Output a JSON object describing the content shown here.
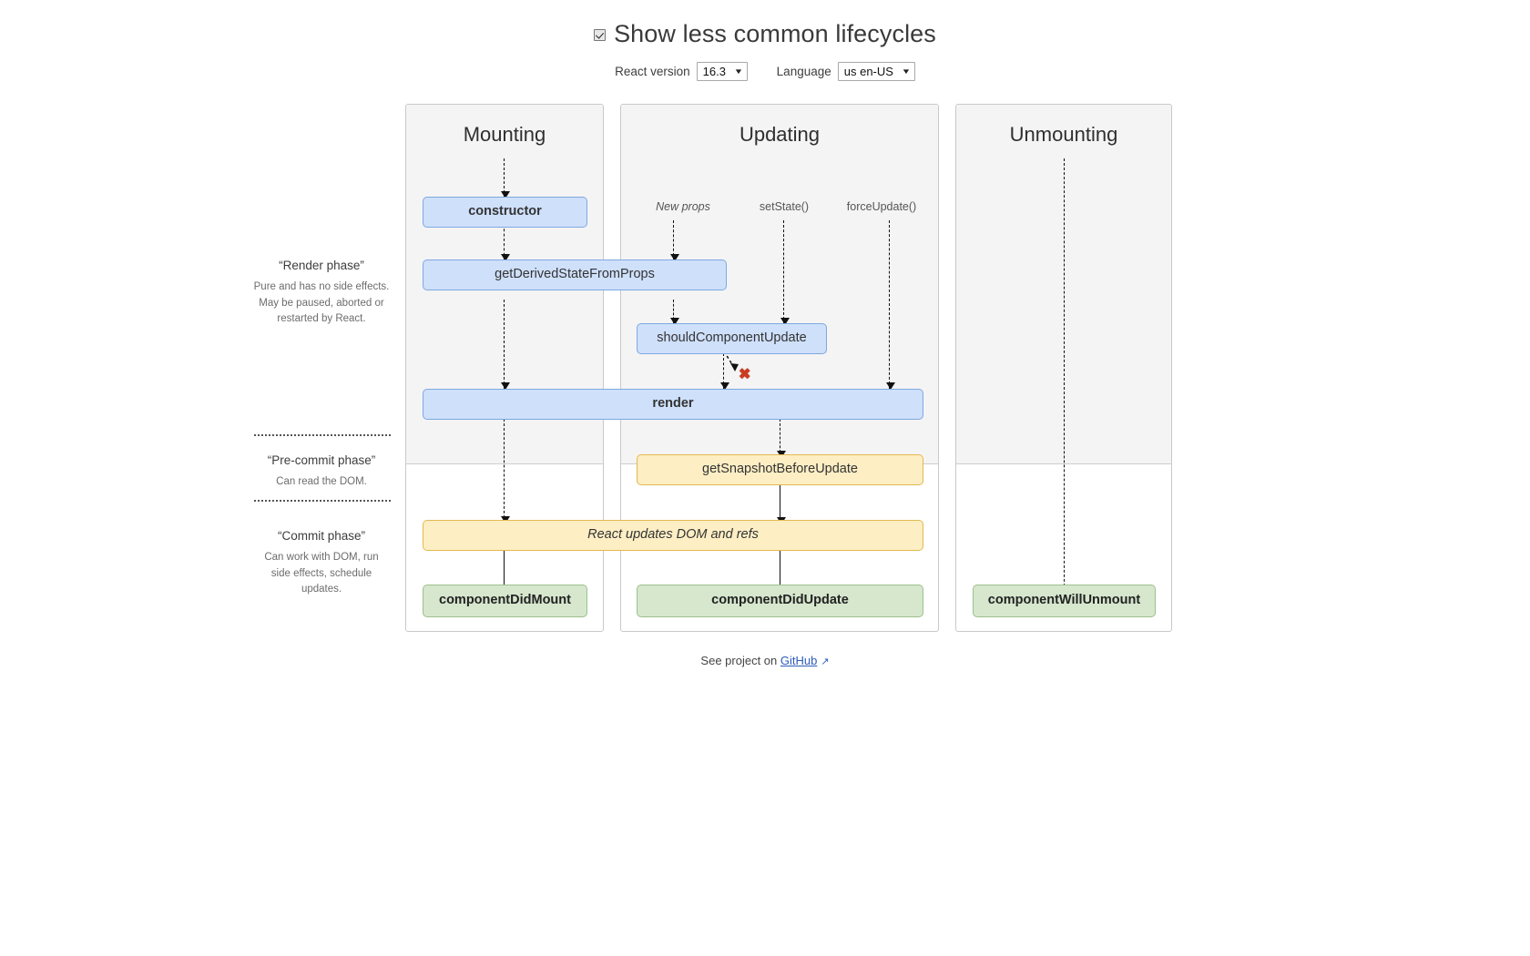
{
  "header": {
    "title": "Show less common lifecycles",
    "checkbox_checked": true,
    "checkbox_name": "show-less-common-lifecycles"
  },
  "controls": {
    "react_version_label": "React version",
    "react_version_value": "16.3",
    "language_label": "Language",
    "language_value": "us en-US",
    "caret": "▼"
  },
  "phases": [
    {
      "title": "“Render phase”",
      "desc": "Pure and has no side effects. May be paused, aborted or restarted by React."
    },
    {
      "title": "“Pre-commit phase”",
      "desc": "Can read the DOM."
    },
    {
      "title": "“Commit phase”",
      "desc": "Can work with DOM, run side effects, schedule updates."
    }
  ],
  "columns": [
    {
      "title": "Mounting"
    },
    {
      "title": "Updating"
    },
    {
      "title": "Unmounting"
    }
  ],
  "triggers": [
    {
      "label": "New props",
      "italic": true
    },
    {
      "label": "setState()",
      "italic": false
    },
    {
      "label": "forceUpdate()",
      "italic": false
    }
  ],
  "boxes": {
    "constructor": "constructor",
    "get_derived_state_from_props": "getDerivedStateFromProps",
    "should_component_update": "shouldComponentUpdate",
    "render": "render",
    "get_snapshot_before_update": "getSnapshotBeforeUpdate",
    "react_updates": "React updates DOM and refs",
    "component_did_mount": "componentDidMount",
    "component_did_update": "componentDidUpdate",
    "component_will_unmount": "componentWillUnmount"
  },
  "skip_marker": "✖",
  "footer": {
    "prefix": "See project on ",
    "link": "GitHub",
    "external_icon": "↗"
  },
  "colors": {
    "render_phase_box": "#cfe0fb",
    "commit_phase_box": "#fdeec4",
    "lifecycle_hook_box": "#d6e7cd",
    "column_header_bg": "#f4f4f4",
    "skip_marker": "#cc3b1d",
    "link": "#2e5bbb"
  }
}
